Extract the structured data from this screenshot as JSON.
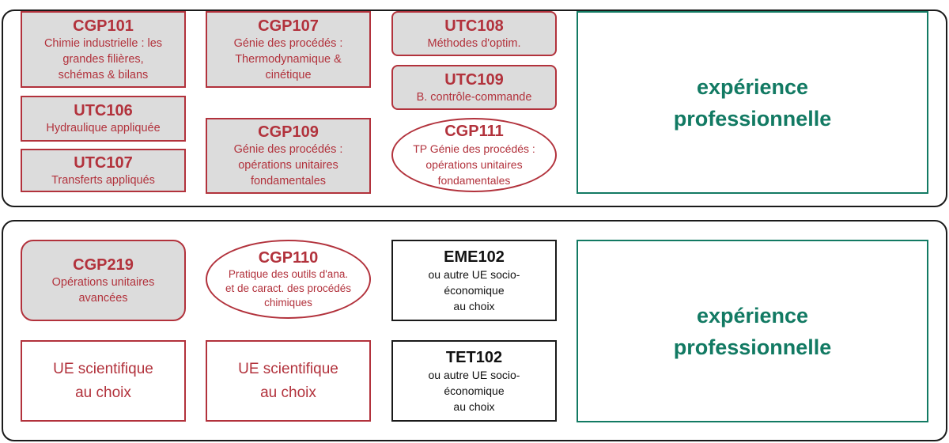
{
  "colors": {
    "accent_red": "#b2323c",
    "accent_green": "#127a63",
    "box_grey": "#dcdcdc",
    "border_dark": "#1a1a1a"
  },
  "year1": {
    "cgp101": {
      "code": "CGP101",
      "desc": "Chimie industrielle : les\ngrandes filières,\nschémas & bilans"
    },
    "utc106": {
      "code": "UTC106",
      "desc": "Hydraulique appliquée"
    },
    "utc107": {
      "code": "UTC107",
      "desc": "Transferts appliqués"
    },
    "cgp107": {
      "code": "CGP107",
      "desc": "Génie des procédés :\nThermodynamique &\ncinétique"
    },
    "cgp109": {
      "code": "CGP109",
      "desc": "Génie des procédés :\nopérations unitaires\nfondamentales"
    },
    "utc108": {
      "code": "UTC108",
      "desc": "Méthodes d'optim."
    },
    "utc109": {
      "code": "UTC109",
      "desc": "B. contrôle-commande"
    },
    "cgp111": {
      "code": "CGP111",
      "desc": "TP Génie des procédés :\nopérations unitaires\nfondamentales"
    },
    "experience": "expérience\nprofessionnelle"
  },
  "year2": {
    "cgp219": {
      "code": "CGP219",
      "desc": "Opérations unitaires\navancées"
    },
    "cgp110": {
      "code": "CGP110",
      "desc": "Pratique des outils d'ana.\net de caract. des procédés\nchimiques"
    },
    "eme102": {
      "code": "EME102",
      "desc": "ou autre UE socio-\néconomique\nau choix"
    },
    "ue_sci_1": "UE scientifique\nau choix",
    "ue_sci_2": "UE scientifique\nau choix",
    "tet102": {
      "code": "TET102",
      "desc": "ou autre UE socio-\néconomique\nau choix"
    },
    "experience": "expérience\nprofessionnelle"
  }
}
